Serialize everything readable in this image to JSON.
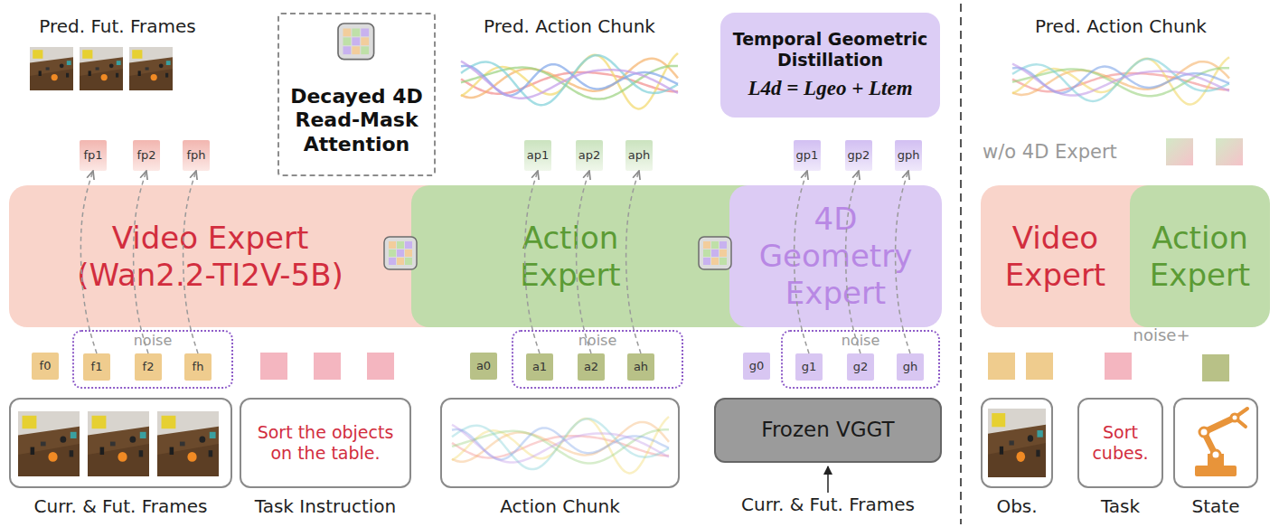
{
  "diagram": {
    "nodes": [
      {
        "text": [
          "Decayed 4D Read-Mask Attention"
        ]
      },
      {
        "text": [
          "Temporal Geometric Distillation",
          "L4d = Lgeo + Ltem"
        ]
      },
      {
        "text": [
          "fp1"
        ]
      },
      {
        "text": [
          "fp2"
        ]
      },
      {
        "text": [
          "fph"
        ]
      },
      {
        "text": [
          "ap1"
        ]
      },
      {
        "text": [
          "ap2"
        ]
      },
      {
        "text": [
          "aph"
        ]
      },
      {
        "text": [
          "gp1"
        ]
      },
      {
        "text": [
          "gp2"
        ]
      },
      {
        "text": [
          "gph"
        ]
      },
      {
        "text": [
          "Video Expert (Wan2.2-TI2V-5B)"
        ]
      },
      {
        "text": [
          "Action Expert"
        ]
      },
      {
        "text": [
          "4D Geometry Expert"
        ]
      },
      {
        "text": [
          "f0"
        ]
      },
      {
        "text": [
          "noise"
        ]
      },
      {
        "text": [
          "f1"
        ],
        "in": 15
      },
      {
        "text": [
          "f2"
        ],
        "in": 15
      },
      {
        "text": [
          "fh"
        ],
        "in": 15
      },
      {
        "text": [
          "a0"
        ]
      },
      {
        "text": [
          "noise"
        ]
      },
      {
        "text": [
          "a1"
        ],
        "in": 20
      },
      {
        "text": [
          "a2"
        ],
        "in": 20
      },
      {
        "text": [
          "ah"
        ],
        "in": 20
      },
      {
        "text": [
          "g0"
        ]
      },
      {
        "text": [
          "noise"
        ]
      },
      {
        "text": [
          "g1"
        ],
        "in": 25
      },
      {
        "text": [
          "g2"
        ],
        "in": 25
      },
      {
        "text": [
          "gh"
        ],
        "in": 25
      },
      {
        "text": [
          "Curr. & Fut. Frames"
        ]
      },
      {
        "text": [
          "Sort the objects on the table.",
          "Task Instruction"
        ]
      },
      {
        "text": [
          "Action Chunk"
        ]
      },
      {
        "text": [
          "Frozen VGGT"
        ]
      },
      {
        "text": [
          "Video Expert"
        ]
      },
      {
        "text": [
          "Action Expert"
        ]
      },
      {
        "text": [
          "Obs."
        ]
      },
      {
        "text": [
          "Sort cubes.",
          "Task"
        ]
      },
      {
        "text": [
          "State"
        ]
      }
    ],
    "edges": [
      {
        "from": 16,
        "to": 2,
        "arrow": "to"
      },
      {
        "from": 17,
        "to": 3,
        "arrow": "to"
      },
      {
        "from": 18,
        "to": 4,
        "arrow": "to"
      },
      {
        "from": 21,
        "to": 5,
        "arrow": "to"
      },
      {
        "from": 22,
        "to": 6,
        "arrow": "to"
      },
      {
        "from": 23,
        "to": 7,
        "arrow": "to"
      },
      {
        "from": 26,
        "to": 8,
        "arrow": "to"
      },
      {
        "from": 27,
        "to": 9,
        "arrow": "to"
      },
      {
        "from": 28,
        "to": 10,
        "arrow": "to"
      }
    ],
    "labels": [
      "Pred. Fut. Frames",
      "Pred. Action Chunk",
      "Curr. & Fut. Frames",
      "Pred. Action Chunk",
      "w/o 4D Expert",
      "noise+"
    ]
  }
}
